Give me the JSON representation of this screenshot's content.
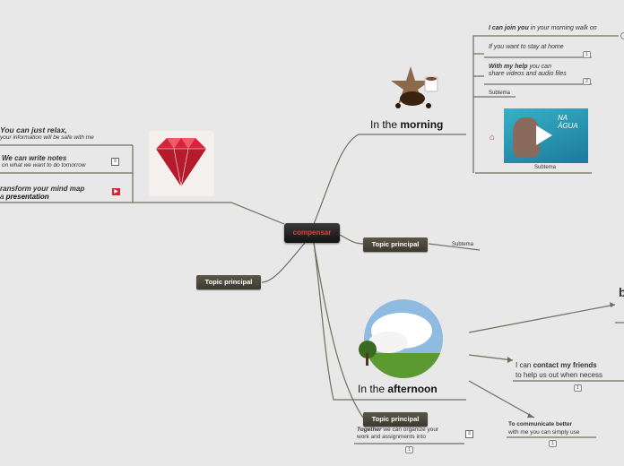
{
  "central": {
    "label": "compensar"
  },
  "topics": {
    "left": "Topic principal",
    "middle": "Topic principal",
    "bottom": "Topic principal"
  },
  "subtopics": {
    "middle_sub": "Subtema",
    "morning_sub1": "Subtema",
    "video_caption": "Subtema"
  },
  "morning": {
    "title_prefix": "In the ",
    "title_bold": "morning",
    "items": [
      {
        "bold": "I can join you",
        "rest": " in your morning walk on"
      },
      {
        "bold": "",
        "rest": "If you want to stay at home",
        "badge": "1"
      },
      {
        "bold": "With my help",
        "rest": " you can",
        "line2": "share videos and audio files",
        "badge": "2"
      }
    ],
    "video_text": "NA ÁGUA"
  },
  "afternoon": {
    "title_prefix": "In the ",
    "title_bold": "afternoon",
    "contact": {
      "pre": "I can ",
      "bold": "contact my friends",
      "line2": "to help us out when necess",
      "badge": "1"
    },
    "communicate": {
      "line1": "To communicate better",
      "line2": "with me you can simply use",
      "badge": "1"
    },
    "cut_letter": "b"
  },
  "left": {
    "relax": {
      "line1": "You can just relax,",
      "line2": "your information will be safe with me"
    },
    "notes": {
      "line1": "We can write notes",
      "line2": "on what we want to do tomorrow"
    },
    "transform": {
      "line1": "ransform your mind map",
      "line2_pre": "a ",
      "line2_bold": "presentation"
    }
  },
  "together": {
    "bold": "Together",
    "rest": " we can organize your",
    "line2": "work and assignments into",
    "badge": "1"
  },
  "colors": {
    "accent": "#e2413a",
    "ruby": "#d8233a",
    "line": "#6e6e5e",
    "bg": "#e8e8e8"
  }
}
